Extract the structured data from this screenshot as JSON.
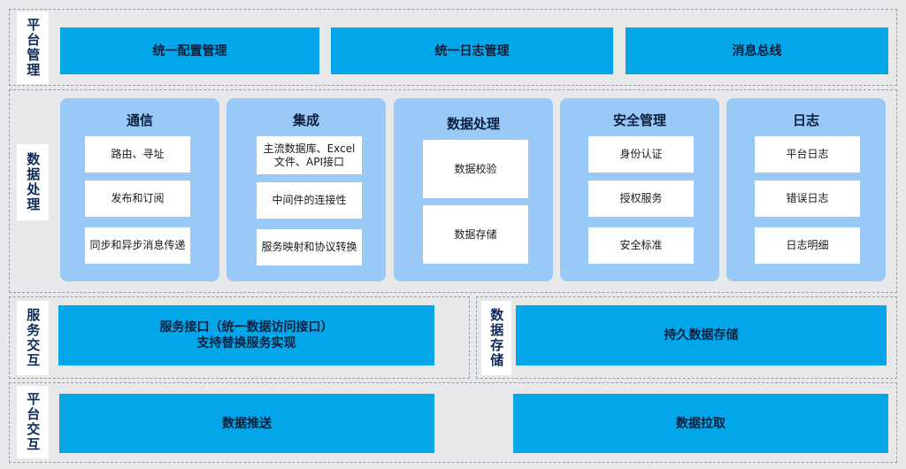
{
  "colors": {
    "background": "#e7e8ea",
    "bar_blue": "#03a6e8",
    "column_blue": "#99c9f7",
    "label_text": "#0f2a57"
  },
  "platform_management": {
    "label": "平台管理",
    "items": [
      "统一配置管理",
      "统一日志管理",
      "消息总线"
    ]
  },
  "data_processing": {
    "label": "数据处理",
    "columns": [
      {
        "title": "通信",
        "items": [
          "路由、寻址",
          "发布和订阅",
          "同步和异步消息传递"
        ]
      },
      {
        "title": "集成",
        "items": [
          "主流数据库、Excel文件、API接口",
          "中间件的连接性",
          "服务映射和协议转换"
        ]
      },
      {
        "title": "数据处理",
        "items": [
          "数据校验",
          "数据存储"
        ]
      },
      {
        "title": "安全管理",
        "items": [
          "身份认证",
          "授权服务",
          "安全标准"
        ]
      },
      {
        "title": "日志",
        "items": [
          "平台日志",
          "错误日志",
          "日志明细"
        ]
      }
    ]
  },
  "service_interaction": {
    "label": "服务交互",
    "bar_text": "服务接口（统一数据访问接口）\n支持替换服务实现"
  },
  "data_storage": {
    "label": "数据存储",
    "bar_text": "持久数据存储"
  },
  "platform_interaction": {
    "label": "平台交互",
    "items": [
      "数据推送",
      "数据拉取"
    ]
  }
}
